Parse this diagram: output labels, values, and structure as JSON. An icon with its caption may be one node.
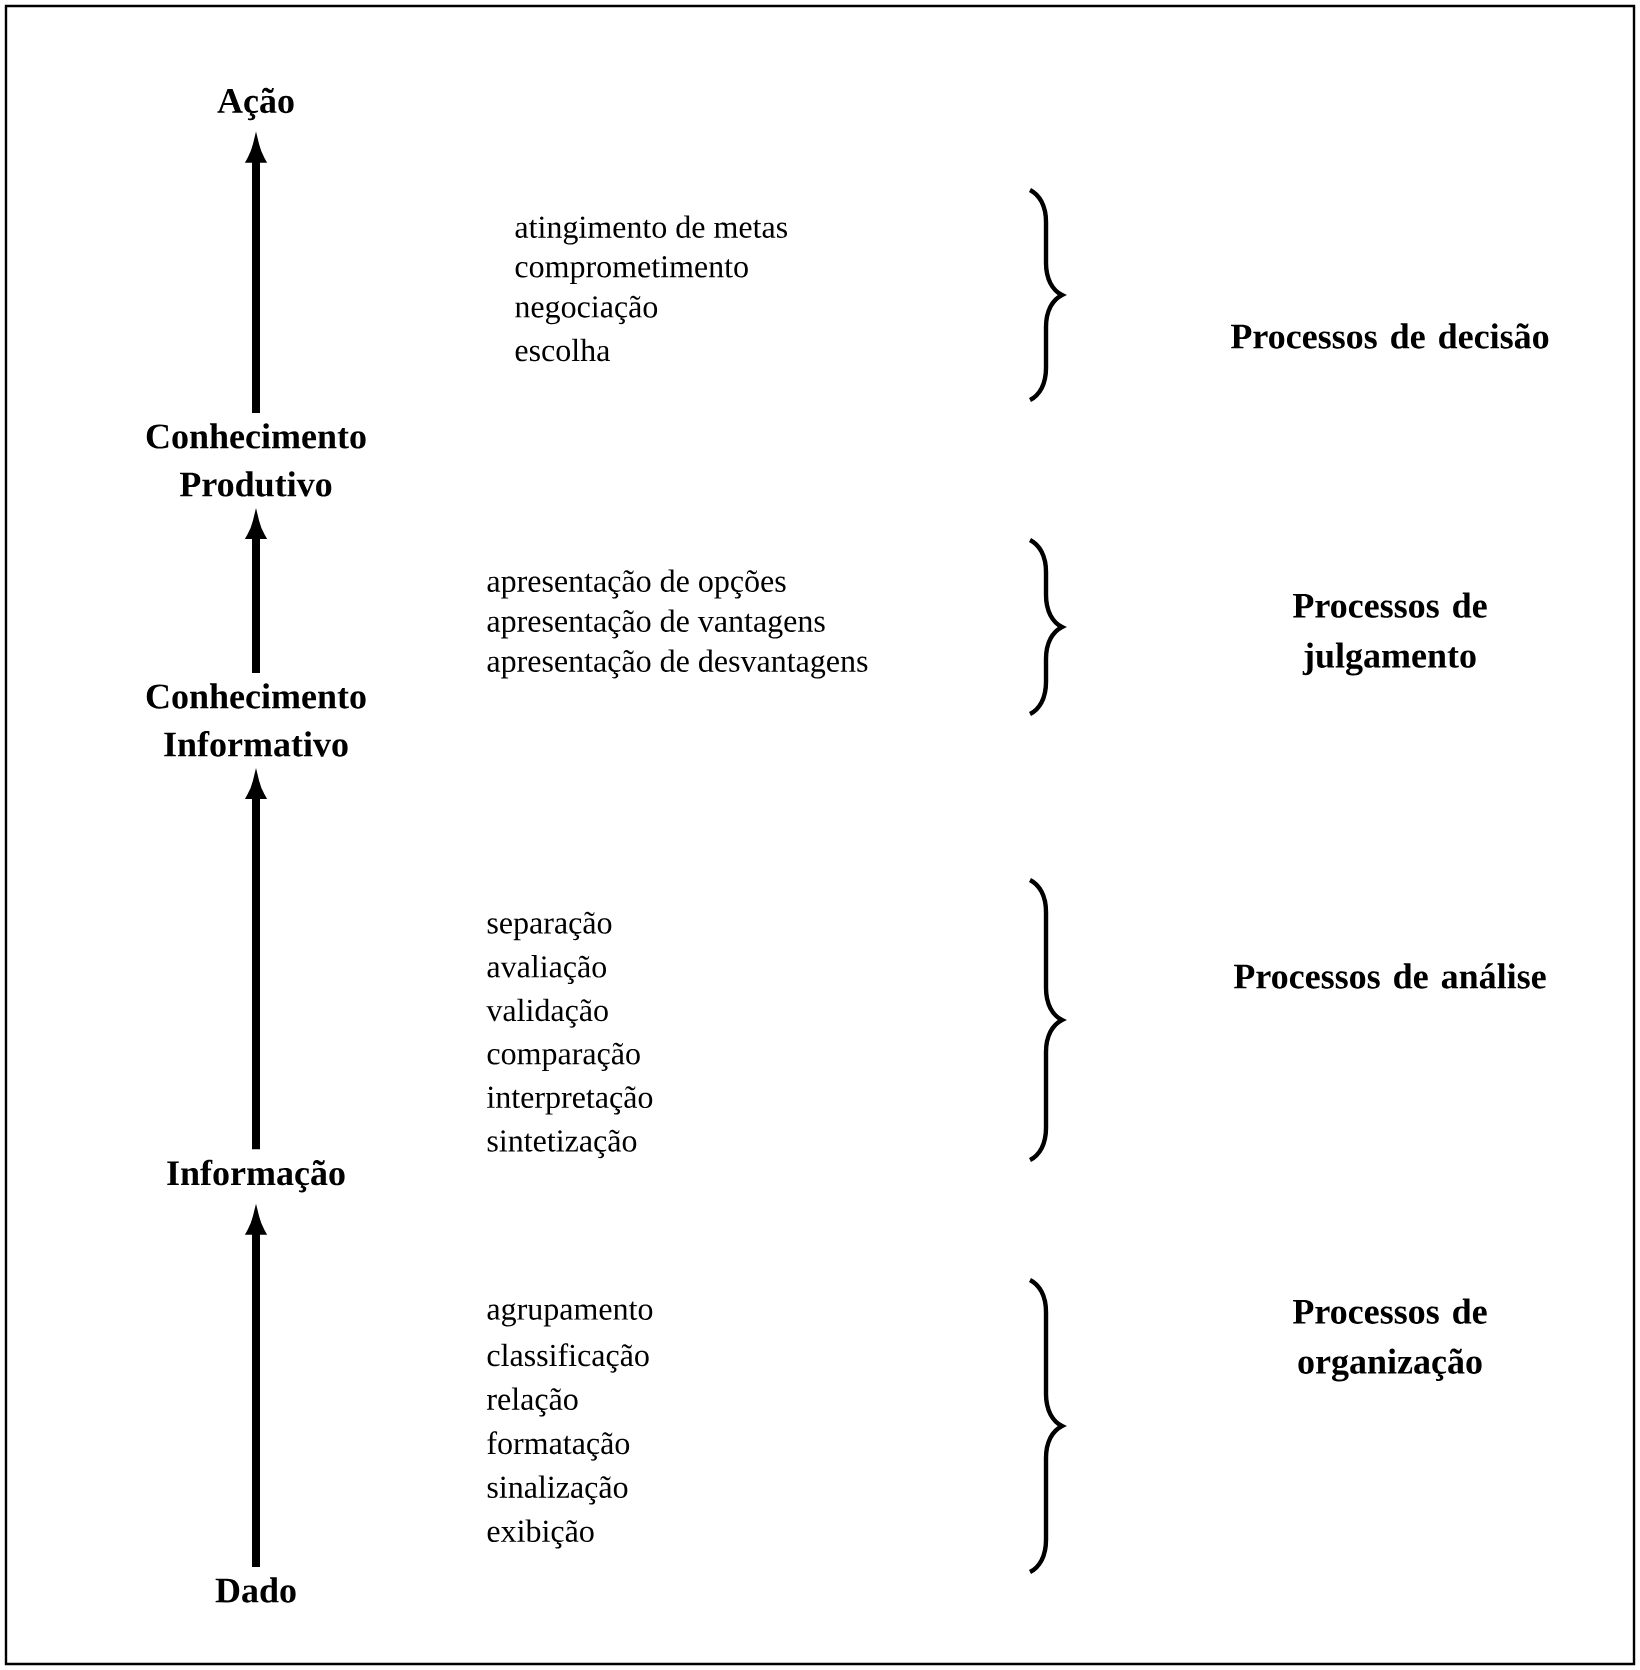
{
  "diagram": {
    "nodes": [
      {
        "text": [
          "Ação"
        ]
      },
      {
        "text": [
          "Conhecimento Produtivo"
        ]
      },
      {
        "text": [
          "Conhecimento Informativo"
        ]
      },
      {
        "text": [
          "Informação"
        ]
      },
      {
        "text": [
          "Dado"
        ]
      }
    ],
    "edges": [
      {
        "from": 4,
        "to": 3,
        "arrow": "to"
      },
      {
        "from": 3,
        "to": 2,
        "arrow": "to"
      },
      {
        "from": 2,
        "to": 1,
        "arrow": "to"
      },
      {
        "from": 1,
        "to": 0,
        "arrow": "to"
      }
    ],
    "labels": [
      "atingimento de metas",
      "comprometimento",
      "negociação",
      "escolha",
      "Processos de decisão",
      "apresentação de opções",
      "apresentação de vantagens",
      "apresentação de desvantagens",
      "Processos de julgamento",
      "separação",
      "avaliação",
      "validação",
      "comparação",
      "interpretação",
      "sintetização",
      "Processos de análise",
      "agrupamento",
      "classificação",
      "relação",
      "formatação",
      "sinalização",
      "exibição",
      "Processos de organização"
    ]
  }
}
